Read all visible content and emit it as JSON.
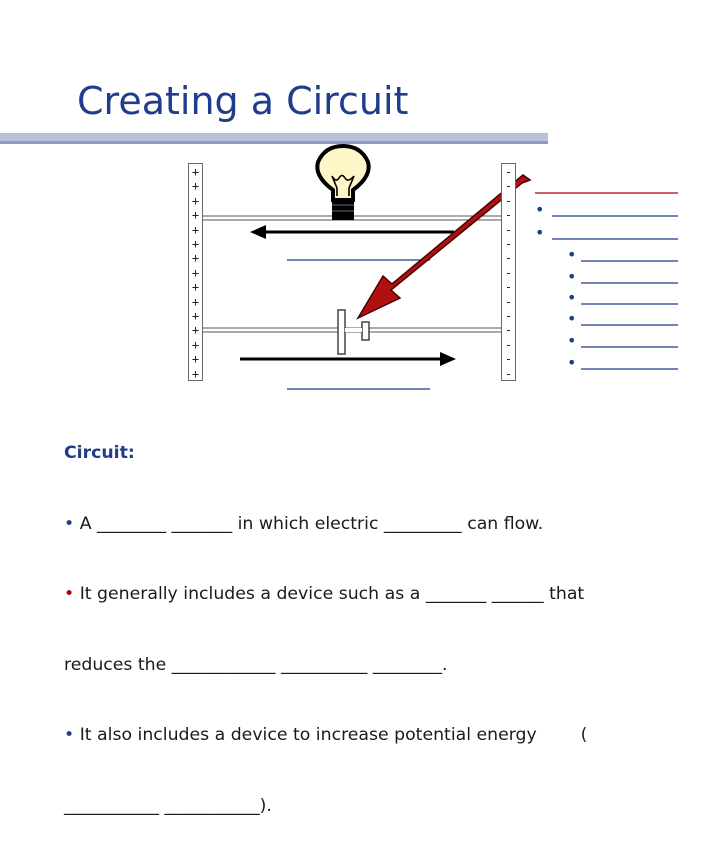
{
  "slide": {
    "title": "Creating a Circuit"
  },
  "diagram": {
    "plate_left_sign": "+",
    "plate_left_count": 15,
    "plate_right_sign": "-",
    "plate_right_count": 15,
    "bullet_glyph": "•"
  },
  "notes": {
    "heading": "Circuit:",
    "bullet_glyph": "•",
    "line1": " A ________ _______ in which electric _________ can flow.",
    "line2": " It generally includes a device such as a _______ ______ that",
    "line3": "reduces the ____________ __________ ________.",
    "line4": " It also includes a device to increase potential energy        (",
    "line5": "___________ ___________)."
  },
  "colors": {
    "title": "#1f3d8a",
    "arrow": "#b01010",
    "arrow_outline": "#4a0000",
    "bulb_glass": "#fff6c8",
    "blank_blue": "#1f3d8a",
    "blank_red": "#b00000"
  }
}
